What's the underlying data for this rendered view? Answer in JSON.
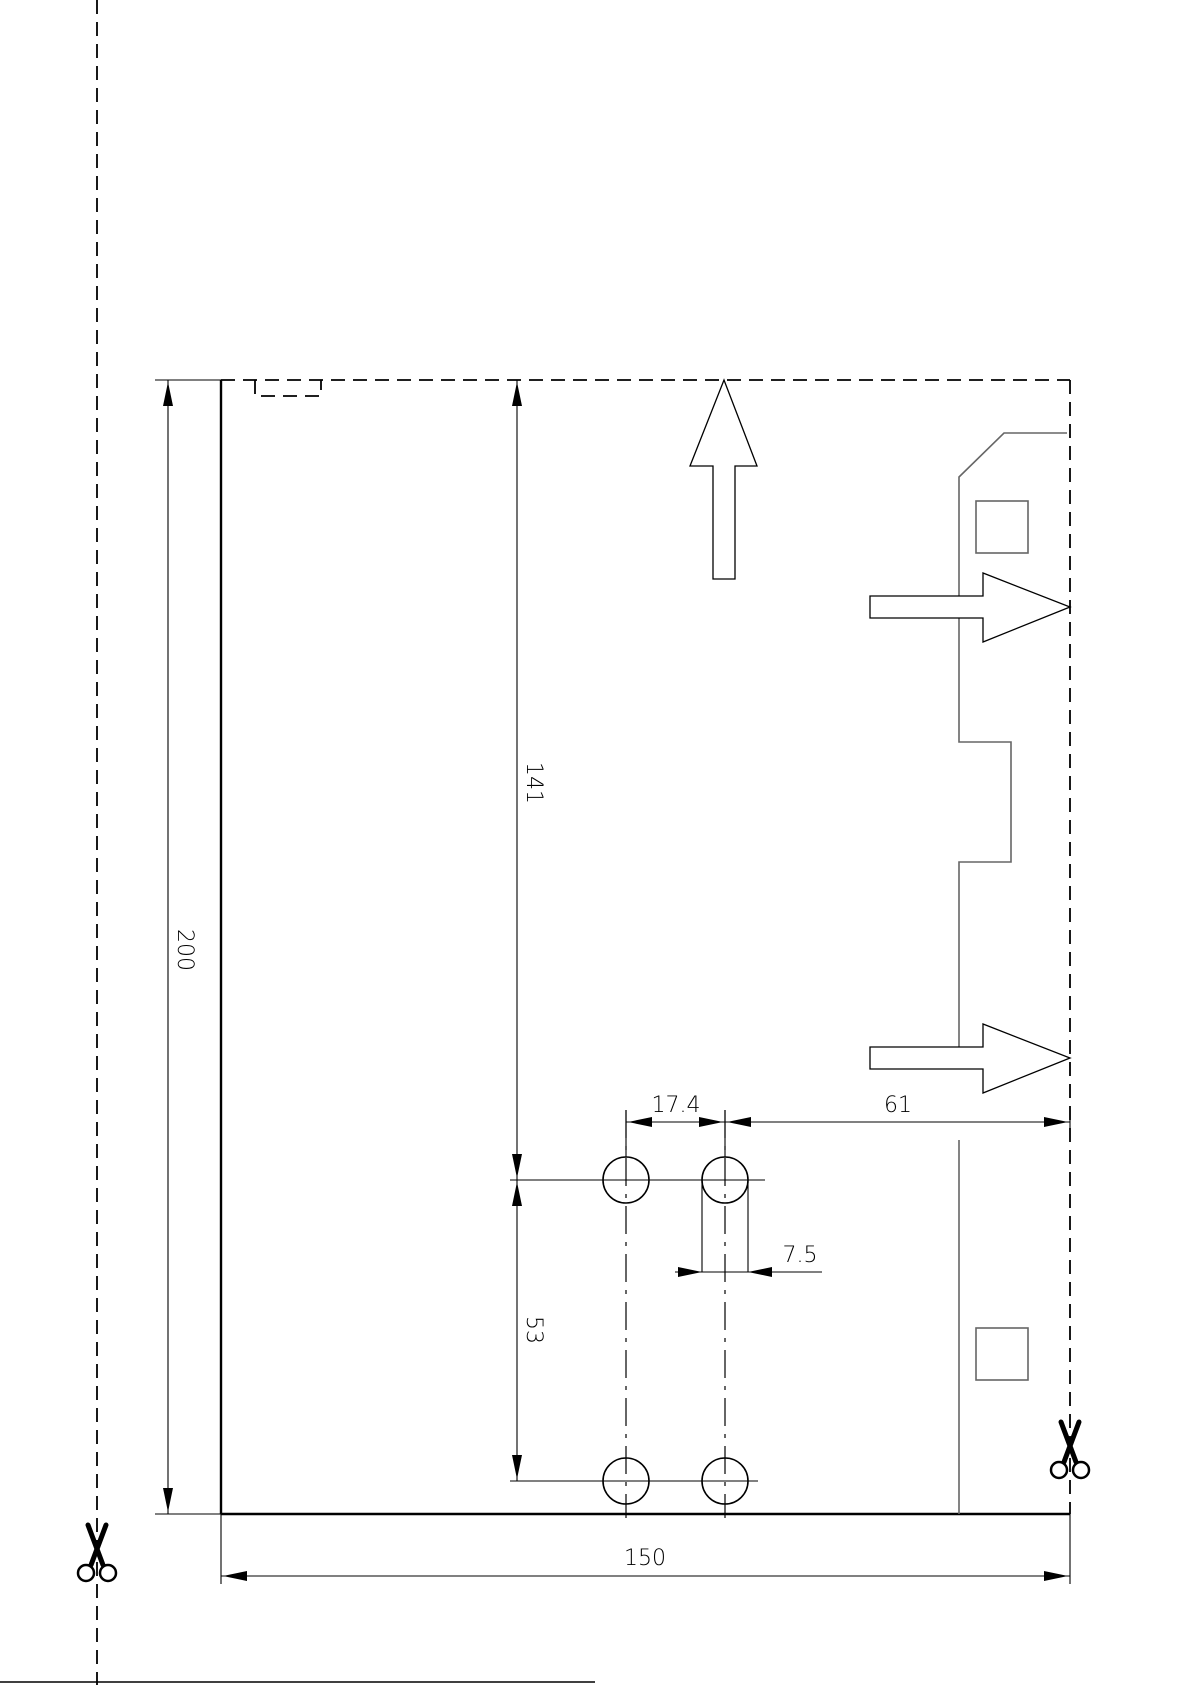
{
  "dimensions": {
    "height": "200",
    "width": "150",
    "upper_vertical": "141",
    "lower_vertical": "53",
    "hole_spacing": "17.4",
    "right_offset": "61",
    "hole_diameter": "7.5"
  },
  "icons": {
    "scissors_left": "scissors-icon",
    "scissors_right": "scissors-icon"
  }
}
